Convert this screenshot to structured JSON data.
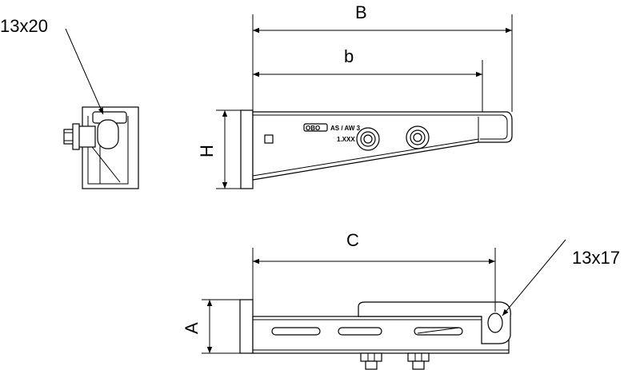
{
  "labels": {
    "dim_B": "B",
    "dim_b": "b",
    "dim_H": "H",
    "dim_C": "C",
    "dim_A": "A",
    "hole_top": "13x20",
    "hole_bottom": "13x17",
    "brand": "OBO",
    "marking": "AS / AW 3",
    "code": "1.XXX"
  }
}
